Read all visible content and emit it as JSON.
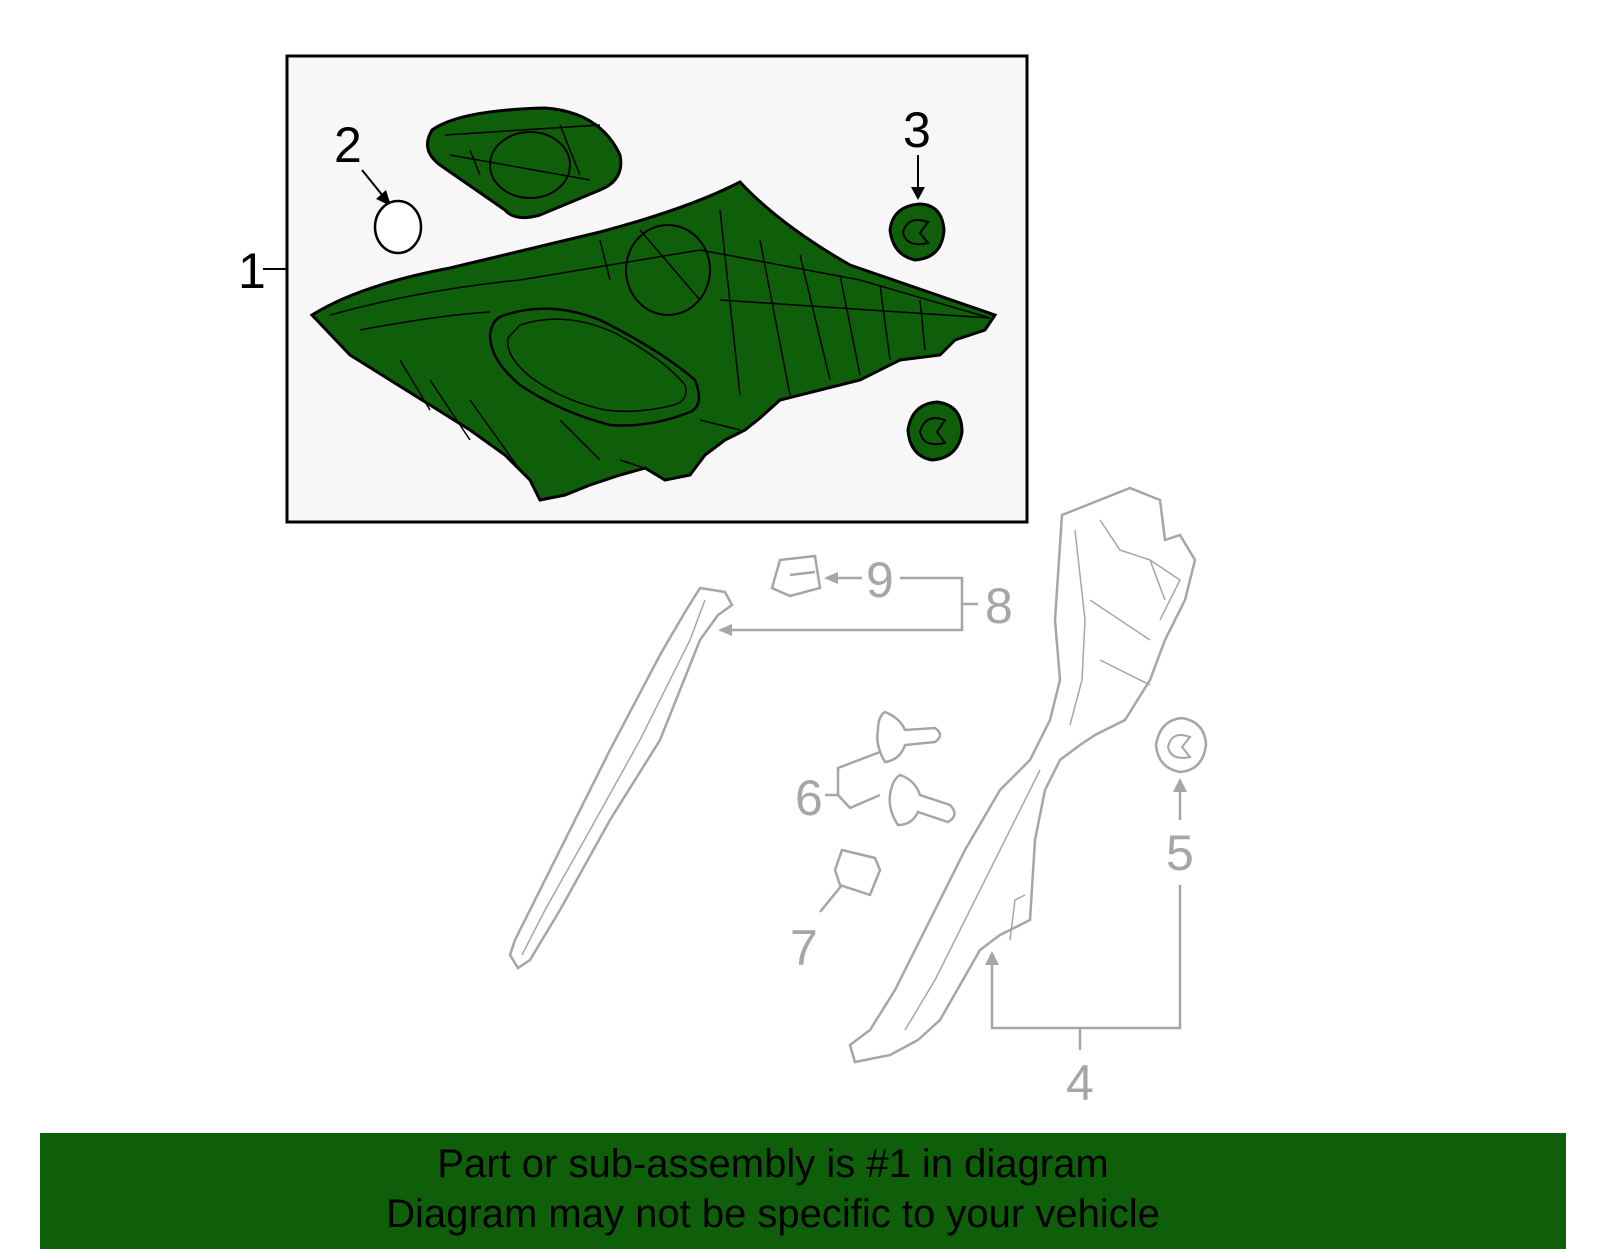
{
  "callouts": {
    "n1": "1",
    "n2": "2",
    "n3": "3",
    "n4": "4",
    "n5": "5",
    "n6": "6",
    "n7": "7",
    "n8": "8",
    "n9": "9"
  },
  "banner": {
    "line1": "Part or sub-assembly is #1 in diagram",
    "line2": "Diagram may not be specific to your vehicle"
  },
  "colors": {
    "highlight_fill": "#0f5f0a",
    "outline": "#000000",
    "ghost": "#a6a6a6",
    "inset_bg": "#f7f7f7",
    "banner_bg": "#0f5f0a"
  }
}
